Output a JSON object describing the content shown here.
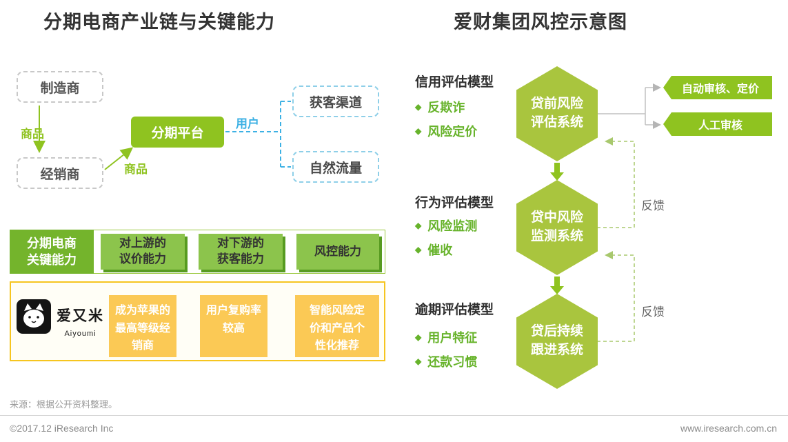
{
  "palette": {
    "green": "#8fc320",
    "hex_green": "#a9c53e",
    "dark_green": "#74b42c",
    "yellow_border": "#f6c51f",
    "yellow_box": "#fbc955",
    "blue": "#3db1e4",
    "text_dark": "#333333",
    "text_gray": "#8a8a8a"
  },
  "left": {
    "title": "分期电商产业链与关键能力",
    "chain": {
      "manufacturer": "制造商",
      "goods_top": "商品",
      "dealer": "经销商",
      "goods_bottom": "商品",
      "platform": "分期平台",
      "user": "用户",
      "channel": "获客渠道",
      "organic": "自然流量"
    },
    "capabilities": {
      "header": "分期电商\n关键能力",
      "items": [
        "对上游的\n议价能力",
        "对下游的\n获客能力",
        "风控能力"
      ]
    },
    "aiyoumi": {
      "name": "爱又米",
      "latin": "Aiyoumi",
      "items": [
        "成为苹果的\n最高等级经\n销商",
        "用户复购率\n较高",
        "智能风险定\n价和产品个\n性化推荐"
      ]
    }
  },
  "right": {
    "title": "爱财集团风控示意图",
    "bullet": "◆",
    "models": [
      {
        "label": "信用评估模型",
        "points": [
          "反欺诈",
          "风险定价"
        ]
      },
      {
        "label": "行为评估模型",
        "points": [
          "风险监测",
          "催收"
        ]
      },
      {
        "label": "逾期评估模型",
        "points": [
          "用户特征",
          "还款习惯"
        ]
      }
    ],
    "systems": [
      "贷前风险\n评估系统",
      "贷中风险\n监测系统",
      "贷后持续\n跟进系统"
    ],
    "reviews": [
      "自动审核、定价",
      "人工审核"
    ],
    "feedback": "反馈"
  },
  "footer": {
    "source": "来源：根据公开资料整理。",
    "copyright": "©2017.12 iResearch Inc",
    "site": "www.iresearch.com.cn"
  }
}
